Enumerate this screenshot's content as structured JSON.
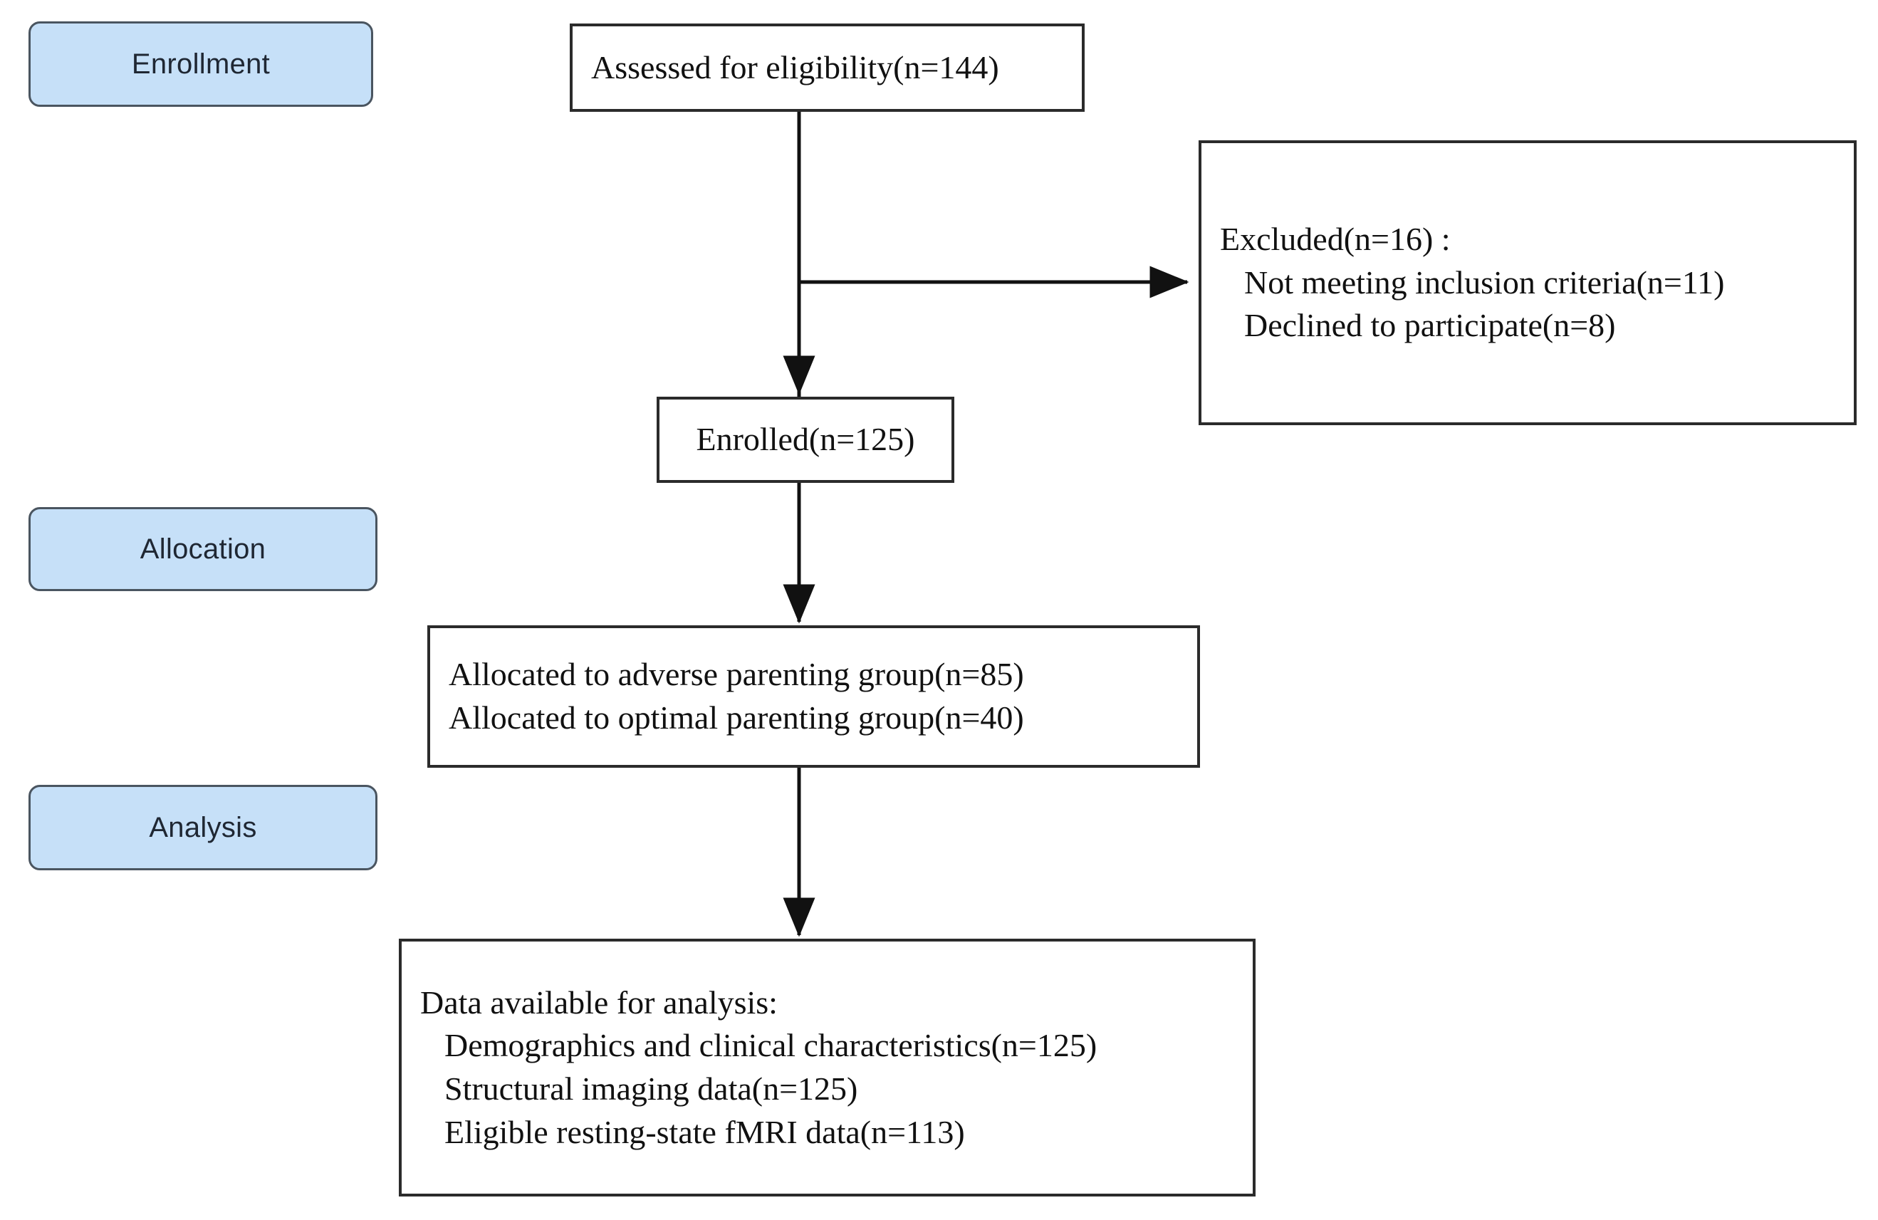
{
  "figure": {
    "type": "flow-diagram",
    "title": "Participant enrollment, allocation and analysis flowchart"
  },
  "stages": [
    {
      "id": "enrollment",
      "label": "Enrollment"
    },
    {
      "id": "allocation",
      "label": "Allocation"
    },
    {
      "id": "analysis",
      "label": "Analysis"
    }
  ],
  "boxes": {
    "assessed": {
      "lines": [
        "Assessed for eligibility(n=144)"
      ]
    },
    "excluded": {
      "lines": [
        "Excluded(n=16) :",
        "Not meeting inclusion criteria(n=11)",
        "Declined to participate(n=8)"
      ]
    },
    "enrolled": {
      "lines": [
        "Enrolled(n=125)"
      ]
    },
    "allocated": {
      "lines": [
        "Allocated to adverse parenting group(n=85)",
        "Allocated to optimal parenting group(n=40)"
      ]
    },
    "analysis_data": {
      "lines": [
        "Data available for analysis:",
        "Demographics and clinical characteristics(n=125)",
        "Structural imaging data(n=125)",
        "Eligible resting-state fMRI data(n=113)"
      ]
    }
  },
  "colors": {
    "stage_fill": "#c6e0f8",
    "stage_border": "#4a5560",
    "box_border": "#2b2b2b",
    "connector": "#111111",
    "background": "#ffffff"
  },
  "counts": {
    "assessed": 144,
    "excluded_total": 16,
    "not_meeting_criteria": 11,
    "declined": 8,
    "enrolled": 125,
    "adverse_parenting": 85,
    "optimal_parenting": 40,
    "demographics": 125,
    "structural_imaging": 125,
    "resting_state_fmri": 113
  }
}
